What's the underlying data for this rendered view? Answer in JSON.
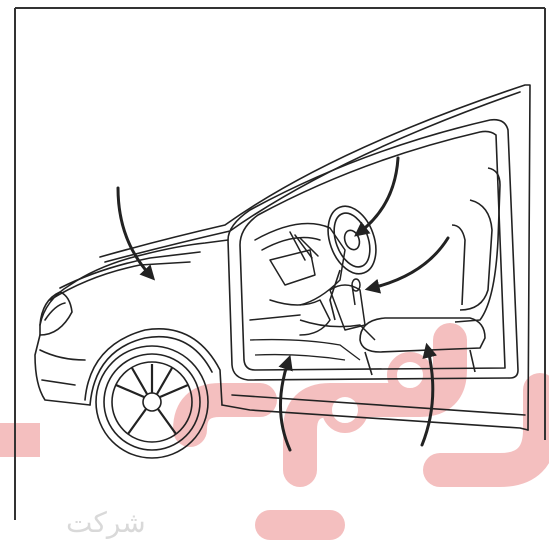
{
  "figure": {
    "description_visible_text": "",
    "watermark": {
      "text": "شركت",
      "color": "#e04a4a",
      "text_color": "#d9d9d9"
    },
    "colors": {
      "line": "#222222",
      "background": "#ffffff",
      "frame": "#333333"
    },
    "arrows": [
      {
        "name": "hood-arrow",
        "icon": "curved-arrow-down"
      },
      {
        "name": "steering-wheel-arrow",
        "icon": "curved-arrow-down-left"
      },
      {
        "name": "pedal-area-arrow",
        "icon": "curved-arrow-left"
      },
      {
        "name": "front-floor-arrow",
        "icon": "curved-arrow-up"
      },
      {
        "name": "seat-floor-arrow",
        "icon": "curved-arrow-up"
      }
    ]
  }
}
